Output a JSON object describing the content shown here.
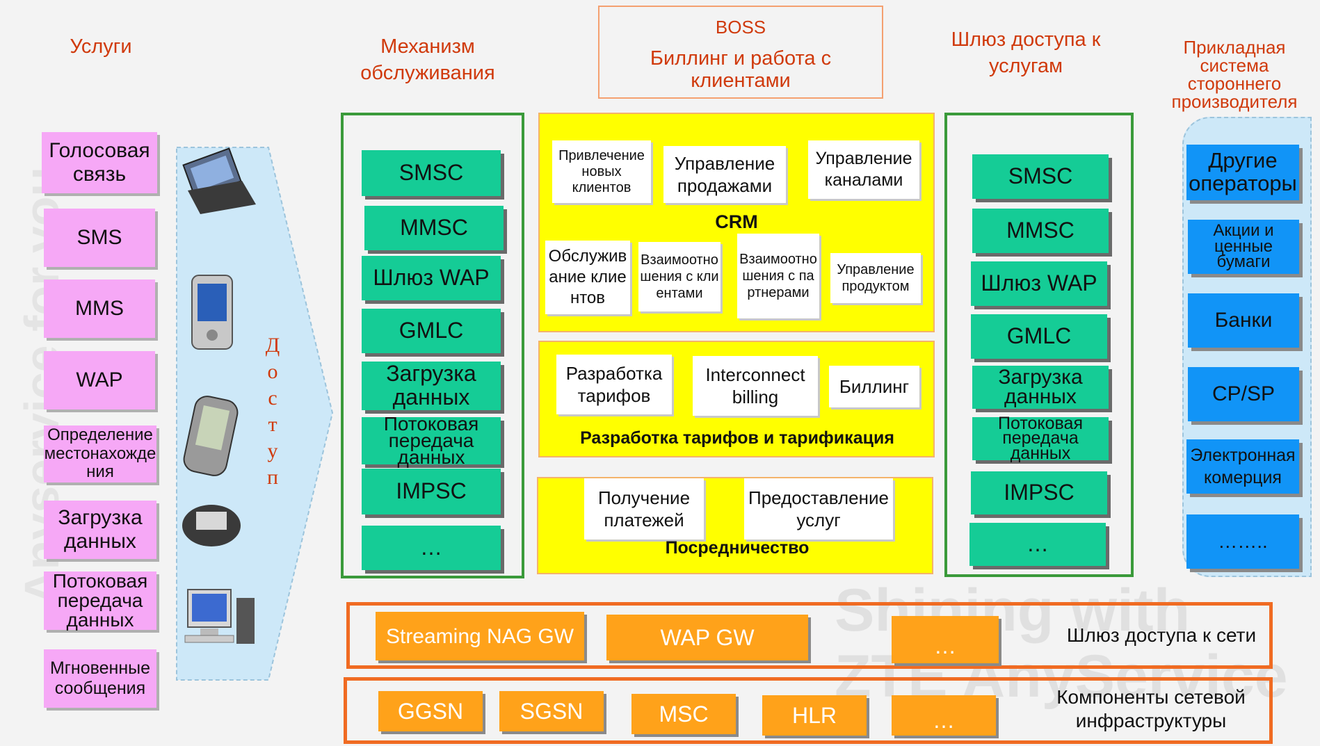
{
  "headers": {
    "services": "Услуги",
    "mechanism": "Механизм обслуживания",
    "gateway": "Шлюз доступа к услугам",
    "third_party": "Прикладная система стороннего производителя"
  },
  "boss": {
    "title": "BOSS",
    "subtitle": "Биллинг и работа с клиентами"
  },
  "services": [
    "Голосовая связь",
    "SMS",
    "MMS",
    "WAP",
    "Определение местонахождения",
    "Загрузка данных",
    "Потоковая передача данных",
    "Мгновенные сообщения"
  ],
  "access_label": "Доступ",
  "mechanism_items": [
    "SMSC",
    "MMSC",
    "Шлюз WAP",
    "GMLC",
    "Загрузка данных",
    "Потоковая передача данных",
    "IMPSC",
    "…"
  ],
  "gateway_items": [
    "SMSC",
    "MMSC",
    "Шлюз WAP",
    "GMLC",
    "Загрузка данных",
    "Потоковая передача данных",
    "IMPSC",
    "…"
  ],
  "crm": {
    "label": "CRM",
    "items": [
      "Привлечение новых клиентов",
      "Управление продажами",
      "Управление каналами",
      "Обслуживание клиентов",
      "Взаимоотношения с клиентами",
      "Взаимоотношения с партнерами",
      "Управление продуктом"
    ]
  },
  "billing": {
    "label": "Разработка тарифов и тарификация",
    "items": [
      "Разработка тарифов",
      "Interconnect billing",
      "Биллинг"
    ]
  },
  "mediation": {
    "label": "Посредничество",
    "items": [
      "Получение платежей",
      "Предоставление услуг"
    ]
  },
  "third_party_items": [
    "Другие операторы",
    "Акции и ценные бумаги",
    "Банки",
    "CP/SP",
    "Электронная комерция",
    "…….."
  ],
  "network_gateway": {
    "label": "Шлюз доступа к сети",
    "items": [
      "Streaming NAG GW",
      "WAP GW",
      "…"
    ]
  },
  "infrastructure": {
    "label": "Компоненты сетевой инфраструктуры",
    "items": [
      "GGSN",
      "SGSN",
      "MSC",
      "HLR",
      "…"
    ]
  },
  "colors": {
    "heading": "#d03a0c",
    "service_box": "#f6a8f6",
    "mechanism_box": "#15cc96",
    "third_party_box": "#1194f7",
    "network_box": "#ffa21a",
    "boss_panel": "#ffff00",
    "frame_green": "#3a9a3a",
    "frame_orange": "#f06b22"
  },
  "watermarks": [
    "Anyservice for you",
    "Shining with",
    "ZTE AnyService"
  ]
}
